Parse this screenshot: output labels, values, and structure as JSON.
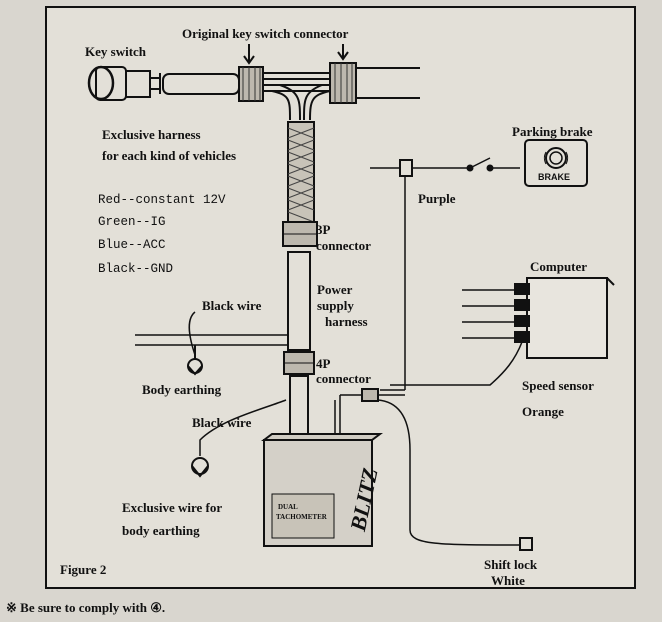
{
  "labels": {
    "key_switch": "Key switch",
    "original_connector": "Original key switch connector",
    "harness_line1": "Exclusive harness",
    "harness_line2": "for each kind of vehicles",
    "parking_brake": "Parking brake",
    "brake_badge": "BRAKE",
    "purple": "Purple",
    "connector_3p_line1": "3P",
    "connector_3p_line2": "connector",
    "power_line1": "Power",
    "power_line2": "supply",
    "power_line3": "harness",
    "connector_4p_line1": "4P",
    "connector_4p_line2": "connector",
    "computer": "Computer",
    "speed_sensor": "Speed sensor",
    "orange": "Orange",
    "black_wire_1": "Black wire",
    "body_earthing": "Body earthing",
    "black_wire_2": "Black wire",
    "excl_wire_line1": "Exclusive wire for",
    "excl_wire_line2": "body earthing",
    "shift_lock": "Shift lock",
    "white": "White",
    "figure": "Figure 2",
    "unit_brand": "BLITZ",
    "unit_model_line1": "DUAL",
    "unit_model_line2": "TACHOMETER",
    "footnote": "※  Be sure to comply with ④."
  },
  "wire_legend": [
    "Red--constant 12V",
    "Green--IG",
    "Blue--ACC",
    "Black--GND"
  ]
}
